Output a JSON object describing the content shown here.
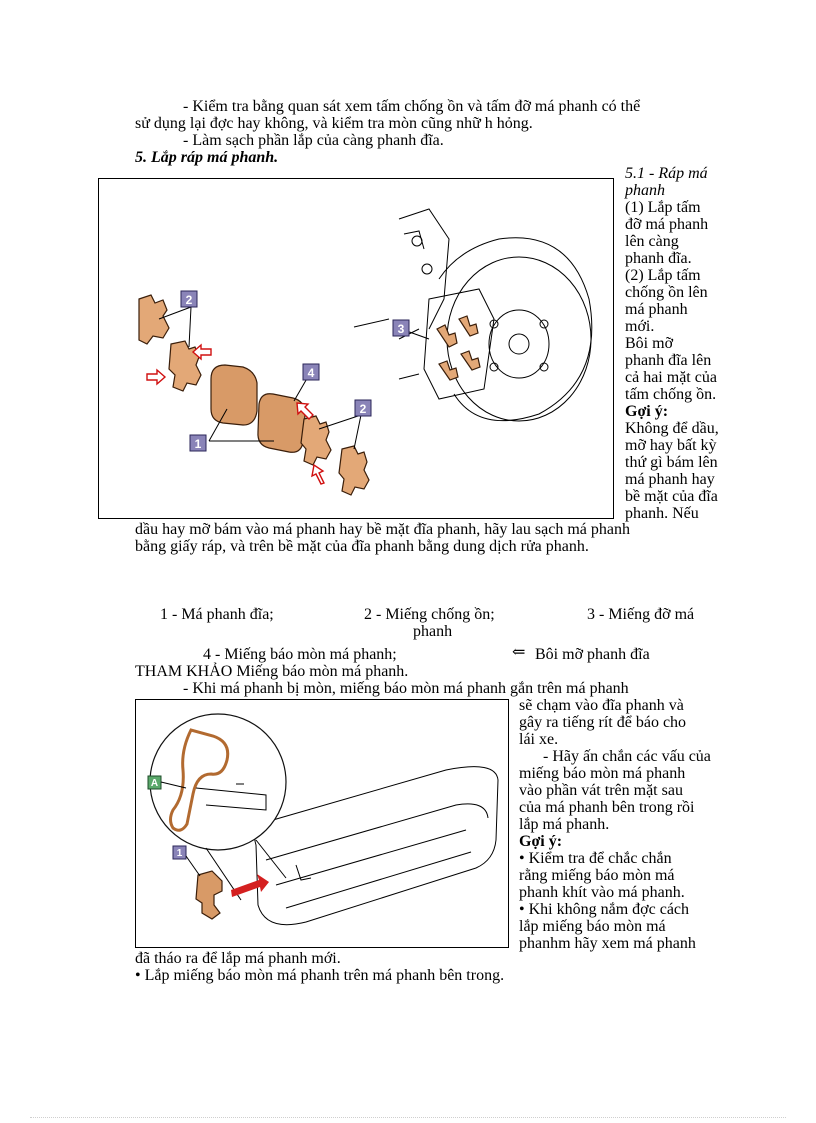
{
  "intro": {
    "line1": "- Kiểm tra bằng quan sát xem tấm chống ồn và tấm đỡ má phanh có thể",
    "line2": "sử dụng lại đợc   hay không, và kiểm tra mòn cũng nhữ h   hỏng.",
    "line3": "- Làm sạch phần lắp của càng phanh đĩa."
  },
  "section_heading": "5. Lắp ráp má phanh.",
  "figure1": {
    "callouts": [
      "1",
      "2",
      "2",
      "3",
      "4"
    ]
  },
  "side1": {
    "lines": [
      "5.1 - Ráp má",
      "phanh",
      "(1) Lắp tấm",
      "đỡ má phanh",
      "lên càng",
      "phanh đĩa.",
      "(2) Lắp tấm",
      "chống ồn lên",
      "má phanh",
      "mới.",
      "  Bôi mỡ",
      "phanh đĩa lên",
      "cả hai mặt của",
      "tấm chống ồn.",
      "Gợi ý:",
      "Không để dầu,",
      "mỡ hay bất kỳ",
      "thứ gì bám lên",
      "má phanh hay",
      "bề mặt của đĩa",
      "phanh. Nếu"
    ]
  },
  "continuation": {
    "line1": "dầu hay mỡ bám vào má phanh hay bề mặt đĩa phanh, hãy lau sạch má phanh",
    "line2": "bằng giấy ráp, và trên bề mặt của đĩa phanh bằng dung dịch rửa phanh."
  },
  "legend": {
    "item1": "1 - Má phanh đĩa;",
    "item2": "2 - Miếng chống ồn;",
    "item3": "3 - Miếng đỡ má",
    "item3b": "phanh",
    "item4": "4 - Miếng báo mòn má phanh;",
    "arrow_symbol": "⇐",
    "grease": "Bôi mỡ phanh đĩa"
  },
  "reference": {
    "title": "THAM KHẢO Miếng báo mòn má phanh.",
    "line1": "- Khi má phanh bị mòn, miếng báo mòn má phanh gắn trên má phanh"
  },
  "figure2": {
    "callouts": [
      "A",
      "1"
    ]
  },
  "side2": {
    "lines": [
      "sẽ chạm vào đĩa phanh và",
      "gây ra tiếng rít để báo cho",
      "lái xe.",
      "      - Hãy ấn chắn các vấu của",
      "miếng báo mòn má phanh",
      "vào phần vát trên mặt sau",
      "của má phanh bên trong rồi",
      "lắp má phanh.",
      "Gợi ý:",
      "• Kiểm tra để chắc chắn",
      "rằng miếng báo mòn má",
      "phanh khít vào má phanh.",
      "• Khi không nắm đợc   cách",
      "lắp miếng báo mòn má",
      "phanhm hãy xem má phanh"
    ]
  },
  "closing": {
    "line1": "đã tháo ra để lắp má phanh mới.",
    "line2": "• Lắp miếng báo mòn má phanh trên má phanh bên trong."
  }
}
